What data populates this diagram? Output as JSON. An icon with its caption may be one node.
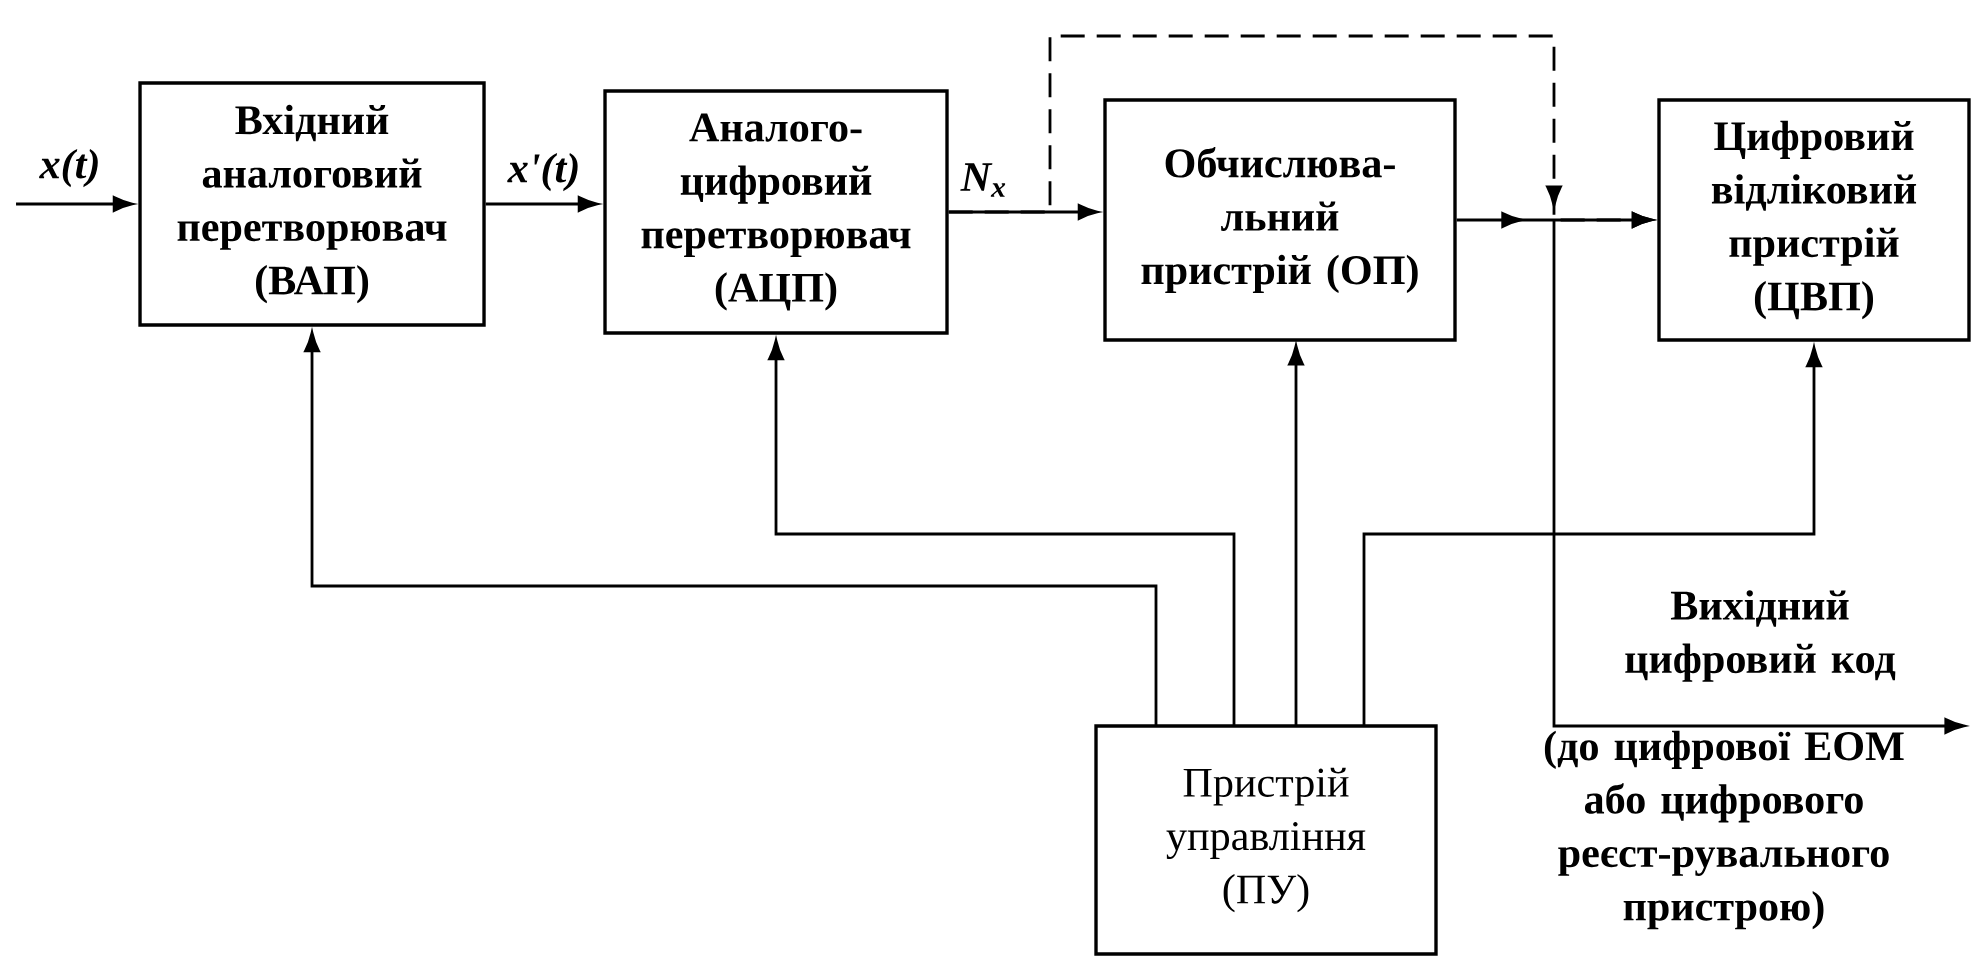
{
  "diagram": {
    "nodes": [
      {
        "text": [
          "Вхідний аналоговий перетворювач (ВАП)"
        ]
      },
      {
        "text": [
          "Аналого-цифровий перетворювач (АЦП)"
        ]
      },
      {
        "text": [
          "Обчислюва-льний пристрій (ОП)"
        ]
      },
      {
        "text": [
          "Цифровий відліковий пристрій (ЦВП)"
        ]
      },
      {
        "text": [
          "Пристрій управління (ПУ)"
        ]
      }
    ],
    "edges": [
      {
        "from": null,
        "to": 0,
        "arrow": "to",
        "label": "x(t)"
      },
      {
        "from": 0,
        "to": 1,
        "arrow": "to",
        "label": "x'(t)"
      },
      {
        "from": 1,
        "to": 2,
        "arrow": "to",
        "label": "N$_{x}$"
      },
      {
        "from": 2,
        "to": 3,
        "arrow": "to"
      },
      {
        "from": 1,
        "to": 3,
        "arrow": "to",
        "style": "dashed"
      },
      {
        "from": 2,
        "to": null,
        "arrow": "to",
        "label": "Вихідний цифровий код"
      },
      {
        "from": 4,
        "to": 0,
        "arrow": "to"
      },
      {
        "from": 4,
        "to": 1,
        "arrow": "to"
      },
      {
        "from": 4,
        "to": 2,
        "arrow": "to"
      },
      {
        "from": 4,
        "to": 3,
        "arrow": "to"
      }
    ],
    "labels": [
      "(до цифрової ЕОМ або цифрового реєст-рувального пристрою)"
    ]
  }
}
